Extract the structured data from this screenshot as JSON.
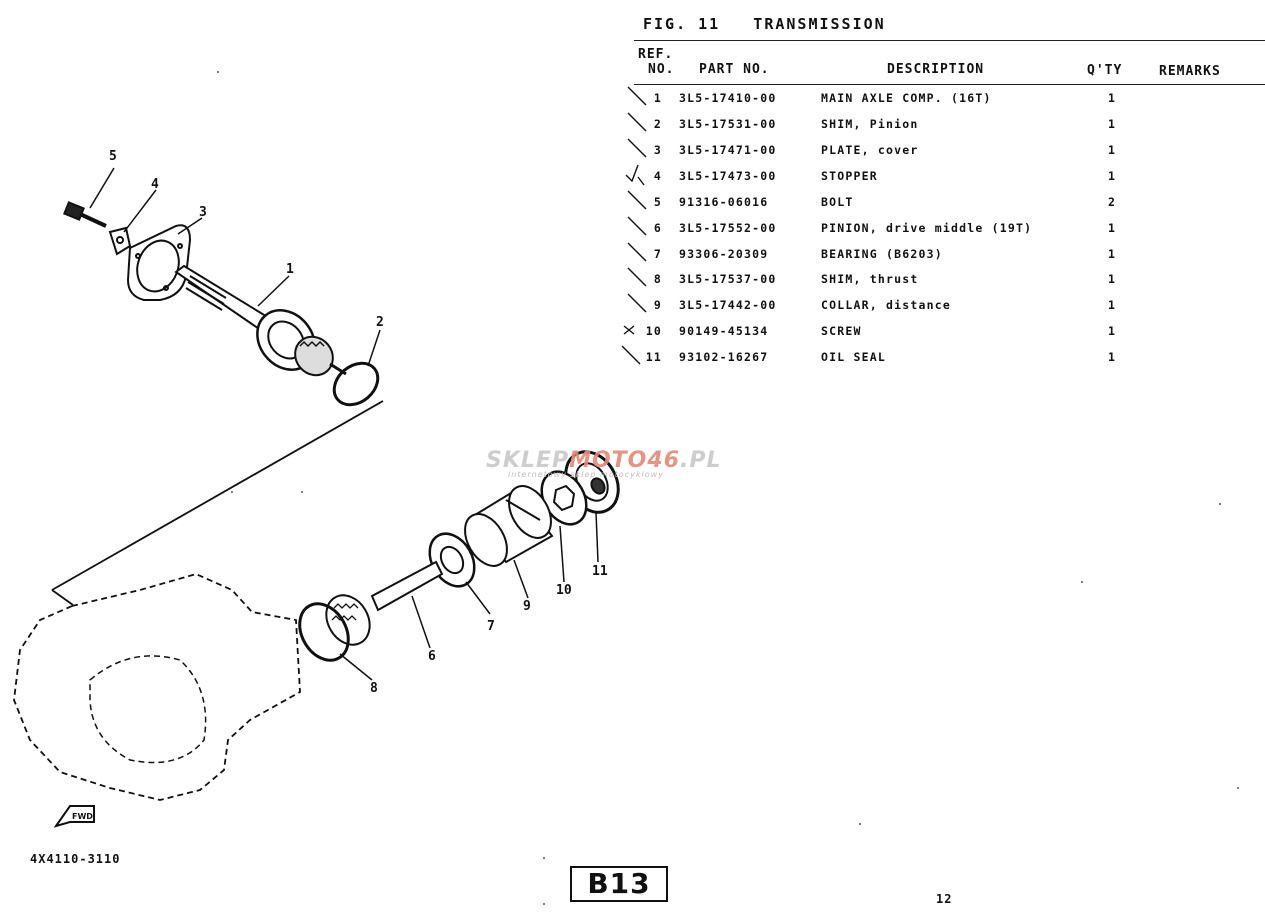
{
  "figure": {
    "title": "FIG. 11   TRANSMISSION"
  },
  "table": {
    "headers": {
      "ref_line1": "REF.",
      "ref_line2": "NO.",
      "part_no": "PART NO.",
      "description": "DESCRIPTION",
      "qty": "Q'TY",
      "remarks": "REMARKS"
    },
    "rows": [
      {
        "no": "1",
        "part": "3L5-17410-00",
        "desc": "MAIN AXLE COMP. (16T)",
        "qty": "1",
        "mark": "check"
      },
      {
        "no": "2",
        "part": "3L5-17531-00",
        "desc": "SHIM, Pinion",
        "qty": "1",
        "mark": "check"
      },
      {
        "no": "3",
        "part": "3L5-17471-00",
        "desc": "PLATE, cover",
        "qty": "1",
        "mark": "check"
      },
      {
        "no": "4",
        "part": "3L5-17473-00",
        "desc": "STOPPER",
        "qty": "1",
        "mark": "check-double"
      },
      {
        "no": "5",
        "part": "91316-06016",
        "desc": "BOLT",
        "qty": "2",
        "mark": "check"
      },
      {
        "no": "6",
        "part": "3L5-17552-00",
        "desc": "PINION, drive middle (19T)",
        "qty": "1",
        "mark": "check"
      },
      {
        "no": "7",
        "part": "93306-20309",
        "desc": "BEARING (B6203)",
        "qty": "1",
        "mark": "check"
      },
      {
        "no": "8",
        "part": "3L5-17537-00",
        "desc": "SHIM, thrust",
        "qty": "1",
        "mark": "check"
      },
      {
        "no": "9",
        "part": "3L5-17442-00",
        "desc": "COLLAR, distance",
        "qty": "1",
        "mark": "check"
      },
      {
        "no": "10",
        "part": "90149-45134",
        "desc": "SCREW",
        "qty": "1",
        "mark": "cross"
      },
      {
        "no": "11",
        "part": "93102-16267",
        "desc": "OIL SEAL",
        "qty": "1",
        "mark": "check"
      }
    ]
  },
  "diagram": {
    "callouts": [
      "1",
      "2",
      "3",
      "4",
      "5",
      "6",
      "7",
      "8",
      "9",
      "10",
      "11"
    ],
    "fwd_label": "FWD",
    "icons": [
      "exploded-transmission-diagram",
      "fwd-arrow-icon"
    ]
  },
  "footer": {
    "code": "4X4110-3110",
    "page_label": "B13",
    "page_number": "12"
  },
  "watermark": {
    "main_a": "SKLEP",
    "main_b": "MOTO46",
    "main_c": ".PL",
    "sub": "internetowy sklep motocyklowy"
  }
}
